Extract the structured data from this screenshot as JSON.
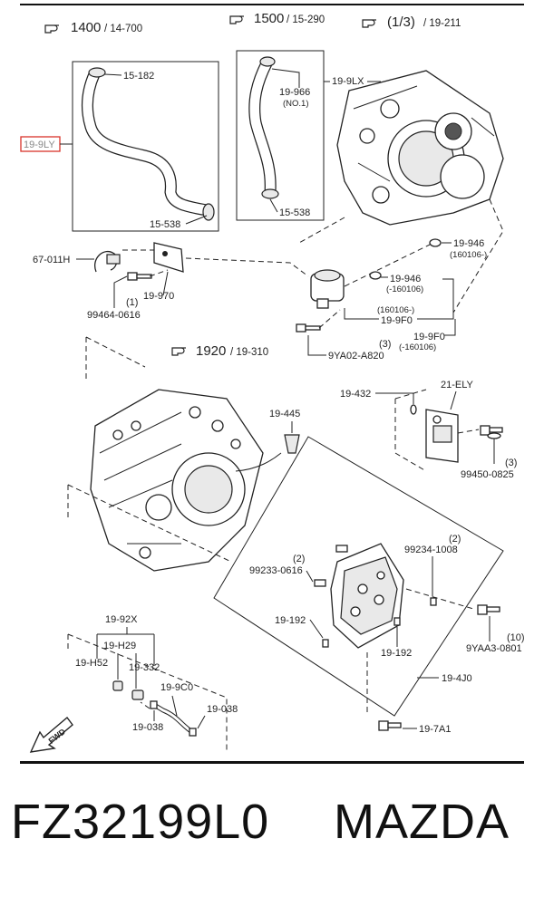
{
  "top_rule": true,
  "groups": {
    "g1400": {
      "ref": "1400",
      "sub": "/ 14-700"
    },
    "g1500": {
      "ref": "1500",
      "sub": "/ 15-290"
    },
    "g13": {
      "ref": "(1/3)",
      "sub": "/ 19-211"
    },
    "g1920": {
      "ref": "1920",
      "sub": "/ 19-310"
    }
  },
  "labels": {
    "l_19_9LY": "19-9LY",
    "l_15_182": "15-182",
    "l_15_538a": "15-538",
    "l_19_9LX": "19-9LX",
    "l_19_966": "19-966",
    "l_no1": "(NO.1)",
    "l_15_538b": "15-538",
    "l_67_011H": "67-011H",
    "l_19_970": "19-970",
    "l_q1": "(1)",
    "l_99464": "99464-0616",
    "l_19_946a": "19-946",
    "l_160106a": "(160106-)",
    "l_19_946b": "19-946",
    "l_160106b": "(-160106)",
    "l_160106c": "(160106-)",
    "l_19_9F0a": "19-9F0",
    "l_19_9F0b": "19-9F0",
    "l_160106d": "(-160106)",
    "l_q3a": "(3)",
    "l_9YA02": "9YA02-A820",
    "l_19_432": "19-432",
    "l_21_ELY": "21-ELY",
    "l_q3b": "(3)",
    "l_99450": "99450-0825",
    "l_19_445": "19-445",
    "l_q2a": "(2)",
    "l_99234": "99234-1008",
    "l_q2b": "(2)",
    "l_99233": "99233-0616",
    "l_19_192a": "19-192",
    "l_19_192b": "19-192",
    "l_q10": "(10)",
    "l_9YAA3": "9YAA3-0801",
    "l_19_4J0": "19-4J0",
    "l_19_92X": "19-92X",
    "l_19_H29": "19-H29",
    "l_19_H52": "19-H52",
    "l_19_332": "19-332",
    "l_19_9C0": "19-9C0",
    "l_19_038a": "19-038",
    "l_19_038b": "19-038",
    "l_19_7A1": "19-7A1",
    "l_fwd": "FWD"
  },
  "highlight_color": "#d9342b",
  "footer": {
    "part_number": "FZ32199L0",
    "brand": "MAZDA"
  },
  "icons": {
    "ref_icon": "hand-pointer-icon",
    "fwd_icon": "forward-arrow-icon"
  }
}
